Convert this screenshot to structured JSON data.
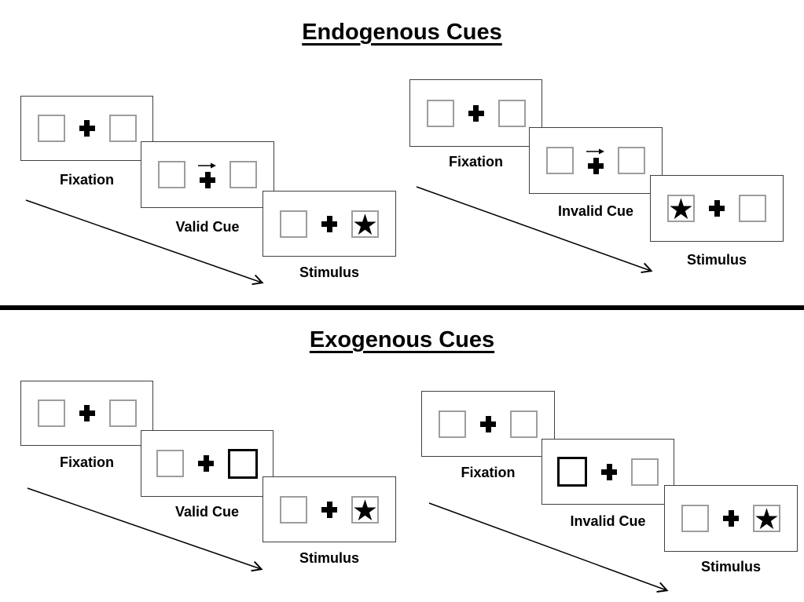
{
  "page": {
    "background": "#ffffff"
  },
  "glyphs": {
    "fixation_cross": "heavy-plus (CSS shape)",
    "star": "★",
    "cue_arrow": "→"
  },
  "colors": {
    "panel_border": "#404040",
    "placeholder_box_border": "#9d9d9d",
    "bold_cue_box_border": "#000000",
    "symbol": "#000000",
    "divider": "#000000",
    "text": "#000000"
  },
  "sections": [
    {
      "title": "Endogenous Cues",
      "groups": [
        {
          "name": "valid-trial",
          "panels": [
            {
              "label": "Fixation",
              "cue": "none",
              "star_side": "none"
            },
            {
              "label": "Valid Cue",
              "cue": "arrow-right",
              "star_side": "none"
            },
            {
              "label": "Stimulus",
              "cue": "none",
              "star_side": "right"
            }
          ]
        },
        {
          "name": "invalid-trial",
          "panels": [
            {
              "label": "Fixation",
              "cue": "none",
              "star_side": "none"
            },
            {
              "label": "Invalid Cue",
              "cue": "arrow-right",
              "star_side": "none"
            },
            {
              "label": "Stimulus",
              "cue": "none",
              "star_side": "left"
            }
          ]
        }
      ]
    },
    {
      "title": "Exogenous Cues",
      "groups": [
        {
          "name": "valid-trial",
          "panels": [
            {
              "label": "Fixation",
              "cue": "none",
              "star_side": "none"
            },
            {
              "label": "Valid Cue",
              "cue": "bold-box-right",
              "star_side": "none"
            },
            {
              "label": "Stimulus",
              "cue": "none",
              "star_side": "right"
            }
          ]
        },
        {
          "name": "invalid-trial",
          "panels": [
            {
              "label": "Fixation",
              "cue": "none",
              "star_side": "none"
            },
            {
              "label": "Invalid Cue",
              "cue": "bold-box-left",
              "star_side": "none"
            },
            {
              "label": "Stimulus",
              "cue": "none",
              "star_side": "right"
            }
          ]
        }
      ]
    }
  ]
}
